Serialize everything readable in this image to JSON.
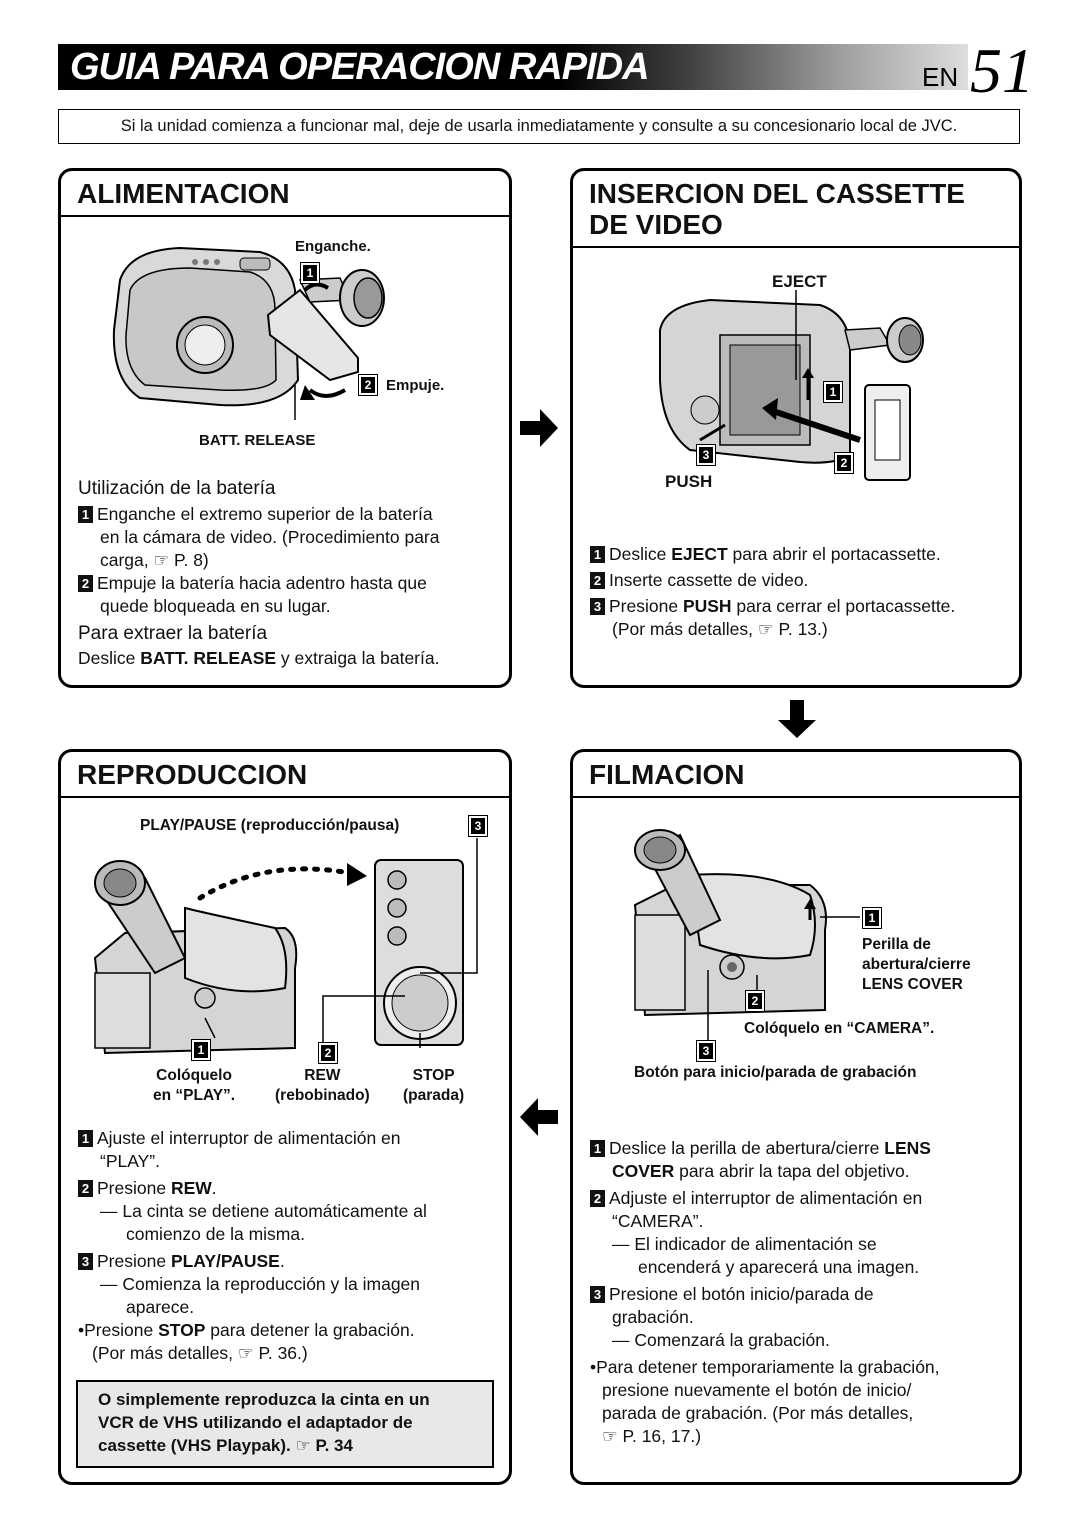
{
  "header": {
    "title": "GUIA PARA OPERACION RAPIDA",
    "lang": "EN",
    "page": "51",
    "notice": "Si la unidad comienza a funcionar mal, deje de usarla inmediatamente y consulte a su concesionario local de JVC."
  },
  "alimentacion": {
    "title": "ALIMENTACION",
    "label_enganche": "Enganche.",
    "label_empuje": "Empuje.",
    "label_batt": "BATT. RELEASE",
    "sub1": "Utilización de la batería",
    "step1": "Enganche el extremo superior de la batería en la cámara de video. (Procedimiento para carga, ☞ P. 8)",
    "step1_a": "Enganche el extremo superior de la batería",
    "step1_b": "en la cámara de video. (Procedimiento para",
    "step1_c": "carga, ☞ P. 8)",
    "step2_a": "Empuje la batería hacia adentro hasta que",
    "step2_b": "quede bloqueada en su lugar.",
    "sub2": "Para extraer la batería",
    "remove_pre": "Deslice ",
    "remove_bold": "BATT. RELEASE",
    "remove_post": " y extraiga la batería."
  },
  "insercion": {
    "title_1": "INSERCION DEL CASSETTE",
    "title_2": "DE VIDEO",
    "label_eject": "EJECT",
    "label_push": "PUSH",
    "step1_pre": "Deslice ",
    "step1_bold": "EJECT",
    "step1_post": " para abrir el portacassette.",
    "step2": "Inserte cassette de video.",
    "step3_pre": "Presione ",
    "step3_bold": "PUSH",
    "step3_post": " para cerrar el portacassette.",
    "step3_b": "(Por más detalles, ☞ P. 13.)"
  },
  "reproduccion": {
    "title": "REPRODUCCION",
    "label_playpause": "PLAY/PAUSE (reproducción/pausa)",
    "label_coloquelo_1": "Colóquelo",
    "label_coloquelo_2": "en “PLAY”.",
    "label_rew_1": "REW",
    "label_rew_2": "(rebobinado)",
    "label_stop_1": "STOP",
    "label_stop_2": "(parada)",
    "step1_a": "Ajuste el interruptor de alimentación en",
    "step1_b": "“PLAY”.",
    "step2_pre": "Presione ",
    "step2_bold": "REW",
    "step2_post": ".",
    "step2_note_a": "— La cinta se detiene automáticamente al",
    "step2_note_b": "comienzo de la misma.",
    "step3_pre": "Presione ",
    "step3_bold": "PLAY/PAUSE",
    "step3_post": ".",
    "step3_note_a": "— Comienza la reproducción y la imagen",
    "step3_note_b": "aparece.",
    "bullet_pre": "•Presione ",
    "bullet_bold": "STOP",
    "bullet_post": " para detener la grabación.",
    "bullet_b": "(Por más detalles, ☞ P. 36.)",
    "box_1": "O simplemente reproduzca la cinta en un",
    "box_2": "VCR de VHS utilizando el adaptador de",
    "box_3": "cassette (VHS Playpak). ☞ P. 34"
  },
  "filmacion": {
    "title": "FILMACION",
    "label_perilla_1": "Perilla de",
    "label_perilla_2": "abertura/cierre",
    "label_perilla_3": "LENS COVER",
    "label_camera": "Colóquelo en “CAMERA”.",
    "label_boton": "Botón para inicio/parada de grabación",
    "step1_pre": "Deslice la perilla de abertura/cierre ",
    "step1_bold": "LENS",
    "step1_bold2": "COVER",
    "step1_post": " para abrir la tapa del objetivo.",
    "step2_a": "Adjuste el interruptor de alimentación en",
    "step2_b": "“CAMERA”.",
    "step2_note_a": "— El indicador de alimentación se",
    "step2_note_b": "encenderá y aparecerá una imagen.",
    "step3_a": "Presione el botón inicio/parada de",
    "step3_b": "grabación.",
    "step3_note": "— Comenzará la grabación.",
    "bullet_a": "•Para detener temporariamente la grabación,",
    "bullet_b": "presione nuevamente el botón de inicio/",
    "bullet_c": "parada de grabación. (Por más detalles,",
    "bullet_d": "☞ P. 16, 17.)"
  },
  "step_numbers": [
    "1",
    "2",
    "3"
  ]
}
